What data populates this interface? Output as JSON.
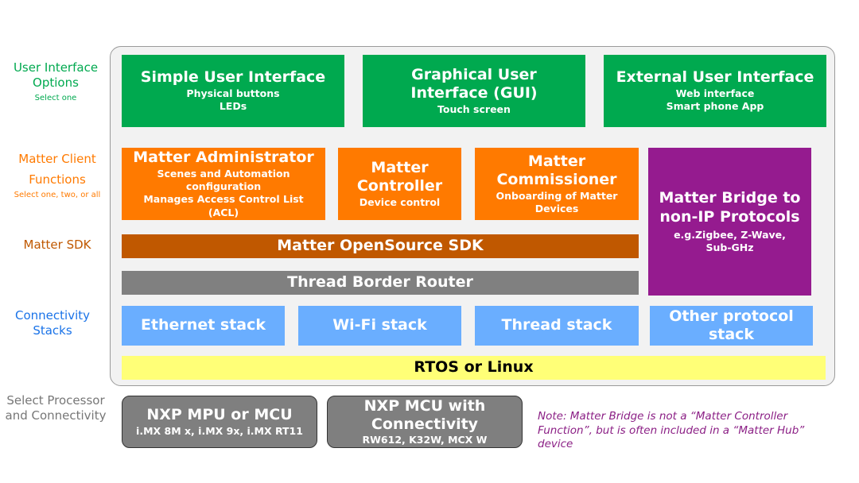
{
  "rows": {
    "ui": {
      "title": "User Interface Options",
      "sub": "Select one",
      "color": "#00a94f"
    },
    "client": {
      "title": "Matter Client Functions",
      "sub": "Select one, two, or all",
      "color": "#ff7a00"
    },
    "sdk": {
      "title": "Matter SDK",
      "color": "#c05800"
    },
    "conn": {
      "title": "Connectivity Stacks",
      "color": "#1a73e8"
    },
    "proc": {
      "title": "Select Processor and Connectivity",
      "color": "#777777"
    }
  },
  "ui_boxes": [
    {
      "title": "Simple User Interface",
      "lines": [
        "Physical buttons",
        "LEDs"
      ]
    },
    {
      "title": "Graphical User Interface (GUI)",
      "lines": [
        "Touch screen"
      ]
    },
    {
      "title": "External User Interface",
      "lines": [
        "Web interface",
        "Smart phone App"
      ]
    }
  ],
  "client_boxes": [
    {
      "title": "Matter Administrator",
      "lines": [
        "Scenes and Automation",
        "configuration",
        "Manages Access Control List",
        "(ACL)"
      ]
    },
    {
      "title": "Matter Controller",
      "lines": [
        "Device control"
      ]
    },
    {
      "title": "Matter Commissioner",
      "lines": [
        "Onboarding of Matter",
        "Devices"
      ]
    }
  ],
  "bridge": {
    "title": "Matter Bridge to non-IP Protocols",
    "lines": [
      "e.g.Zigbee, Z-Wave,",
      "Sub-GHz"
    ]
  },
  "sdk_bar": "Matter OpenSource SDK",
  "tbr_bar": "Thread Border Router",
  "stacks": [
    "Ethernet stack",
    "Wi-Fi stack",
    "Thread stack",
    "Other protocol stack"
  ],
  "rtos_bar": "RTOS or Linux",
  "processors": [
    {
      "title": "NXP MPU or MCU",
      "sub": "i.MX 8M x, i.MX 9x, i.MX RT11"
    },
    {
      "title": "NXP MCU with Connectivity",
      "sub": "RW612, K32W, MCX W"
    }
  ],
  "note": [
    "Note: Matter Bridge is not a “Matter Controller",
    "Function”, but is often included in a “Matter Hub”",
    "device"
  ]
}
